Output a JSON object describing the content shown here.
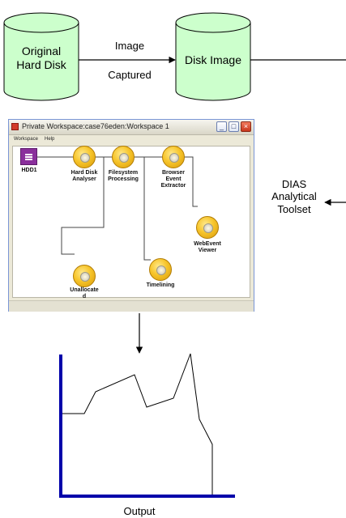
{
  "diagram": {
    "cyl_source": "Original\nHard Disk",
    "cyl_target": "Disk Image",
    "edge_top": "Image",
    "edge_bottom": "Captured",
    "toolset": "DIAS\nAnalytical\nToolset",
    "output": "Output"
  },
  "window": {
    "title": "Private Workspace:case76eden:Workspace 1",
    "menu": [
      "Workspace",
      "Help"
    ],
    "controls": [
      "_",
      "□",
      "×"
    ],
    "nodes": {
      "hdd": "HDD1",
      "hda": "Hard Disk\nAnalyser",
      "fsp": "Filesystem\nProcessing",
      "bee": "Browser\nEvent\nExtractor",
      "wev": "WebEvent\nViewer",
      "unalloc": "Unallocate\nd",
      "timeline": "Timelining"
    }
  },
  "colors": {
    "cylinder_fill": "#ccffcc",
    "chart_axis": "#0000aa",
    "hdd_node": "#8a2f9c",
    "gear": "#f7c52b"
  }
}
